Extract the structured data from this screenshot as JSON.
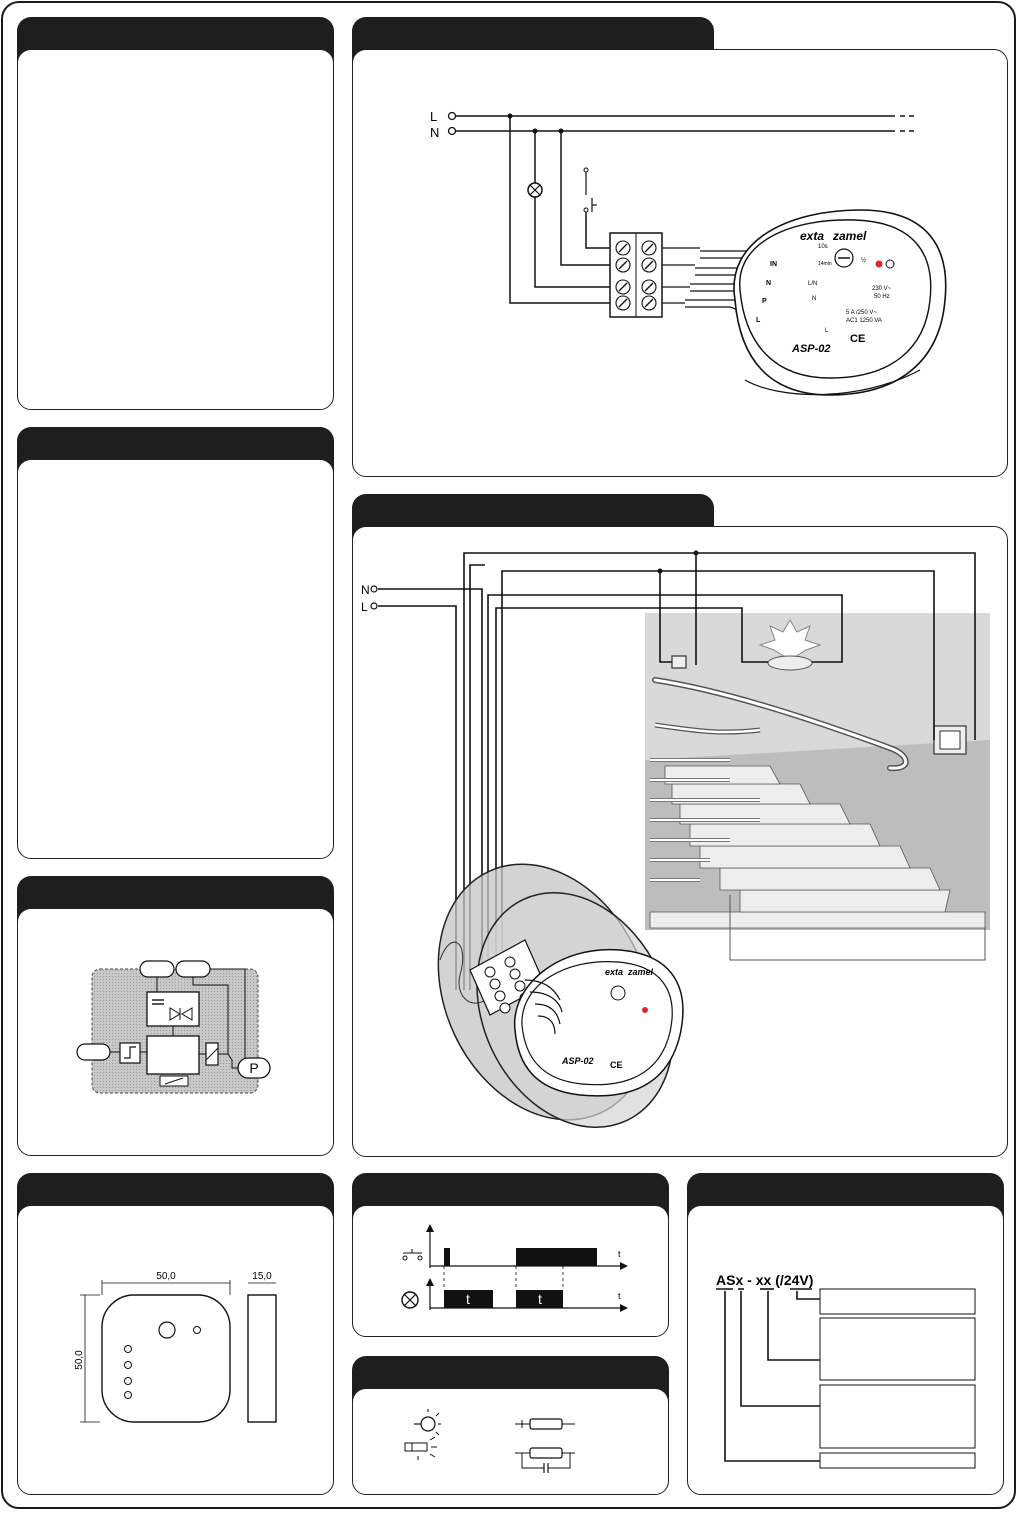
{
  "wiring": {
    "line_labels": [
      "L",
      "N"
    ],
    "device": {
      "brand": "zamel",
      "series": "exta",
      "model": "ASP-02",
      "knob_min": "10s",
      "knob_max": "½",
      "knob_mid": "14min",
      "terminals": [
        "IN",
        "N",
        "P",
        "L"
      ],
      "terminal_marks": [
        "L/N",
        "N",
        "L"
      ],
      "rating_voltage": "230 V~",
      "rating_freq": "50 Hz",
      "rating_current": "5 A /250 V~",
      "rating_power": "AC1 1250 VA",
      "ce_mark": "CE"
    }
  },
  "installation": {
    "line_labels": [
      "N",
      "L"
    ]
  },
  "block_diagram": {
    "output_label": "P"
  },
  "dimensions": {
    "width": "50,0",
    "height": "50,0",
    "depth": "15,0"
  },
  "timing": {
    "axis_label": "t",
    "pulse_label": "t"
  },
  "ordering": {
    "code_base": "ASx",
    "code_sep": " - ",
    "code_var": "xx",
    "code_opt": "(/24V)"
  }
}
